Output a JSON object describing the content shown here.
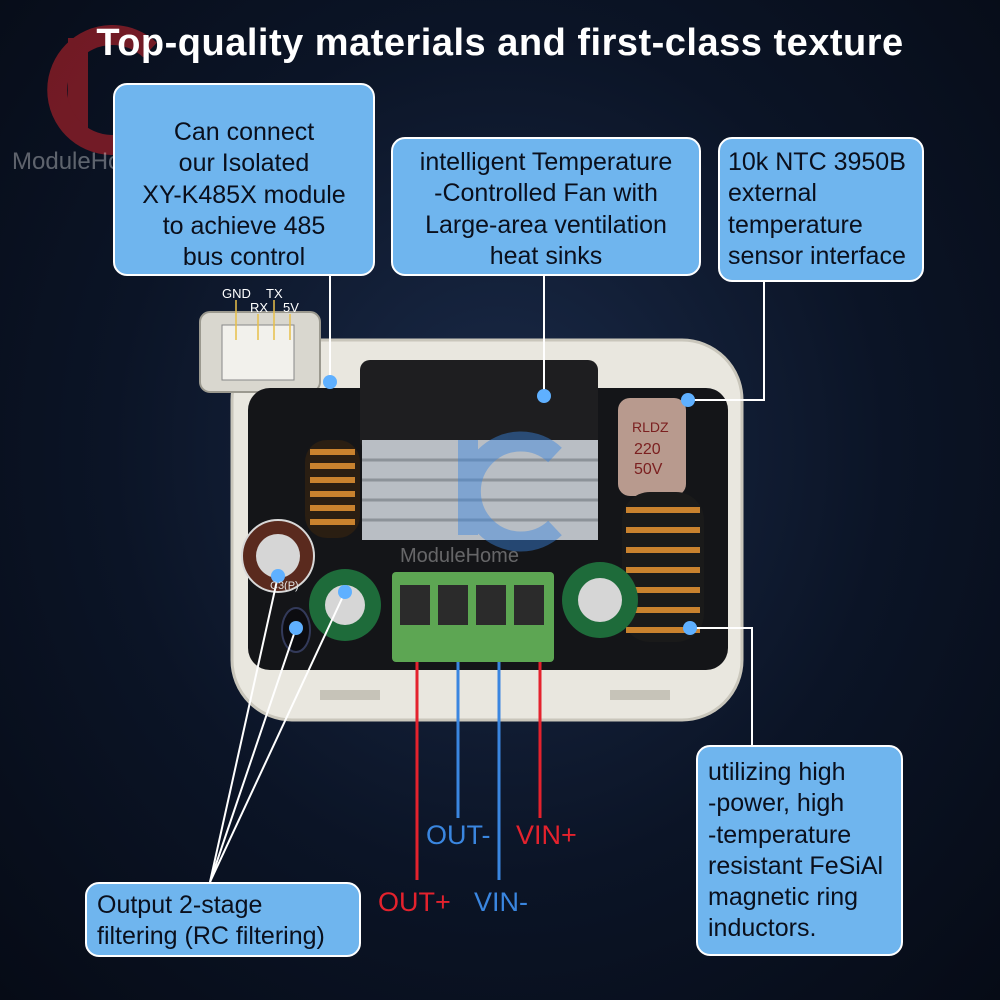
{
  "headline": "Top-quality materials and first-class texture",
  "watermark": {
    "logo_letters": "IC",
    "text": "ModuleHome"
  },
  "callouts": {
    "rs485": "Can  connect\nour Isolated\nXY-K485X module\nto achieve 485\nbus control",
    "fan": "intelligent Temperature\n-Controlled Fan with\nLarge-area ventilation\nheat sinks",
    "ntc": "10k NTC 3950B\nexternal\ntemperature\nsensor interface",
    "inductors": "utilizing high\n-power, high\n-temperature\nresistant FeSiAl\nmagnetic ring\ninductors.",
    "filtering": "Output 2-stage\n filtering (RC filtering)"
  },
  "connector_pins": {
    "gnd": "GND",
    "rx": "RX",
    "tx": "TX",
    "v5": "5V"
  },
  "terminals": {
    "out_minus": "OUT-",
    "vin_plus": "VIN+",
    "out_plus": "OUT+",
    "vin_minus": "VIN-"
  },
  "component_markings": {
    "capacitor_top": "RLDZ\n220\n50V",
    "capacitor_left": "C3(P)"
  },
  "colors": {
    "callout_fill": "#6fb5ee",
    "positive_wire": "#e4222d",
    "negative_wire": "#3a86e0"
  }
}
